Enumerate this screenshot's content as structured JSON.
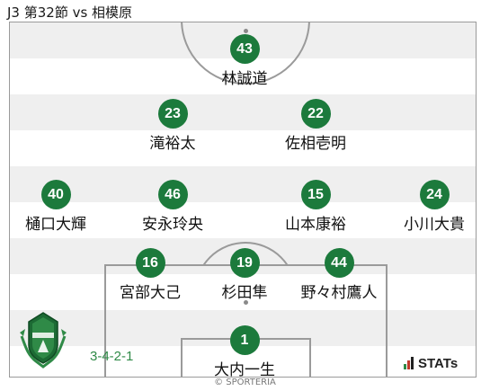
{
  "header": {
    "title": "J3 第32節 vs 相模原"
  },
  "team": {
    "formation": "3-4-2-1",
    "accent_color": "#1c7a3c",
    "crest": "matsumoto-yamaga-crest"
  },
  "players": {
    "cf": {
      "number": "43",
      "name": "林誠道"
    },
    "am1": {
      "number": "23",
      "name": "滝裕太"
    },
    "am2": {
      "number": "22",
      "name": "佐相壱明"
    },
    "m1": {
      "number": "40",
      "name": "樋口大輝"
    },
    "m2": {
      "number": "46",
      "name": "安永玲央"
    },
    "m3": {
      "number": "15",
      "name": "山本康裕"
    },
    "m4": {
      "number": "24",
      "name": "小川大貴"
    },
    "d1": {
      "number": "16",
      "name": "宮部大己"
    },
    "d2": {
      "number": "19",
      "name": "杉田隼"
    },
    "d3": {
      "number": "44",
      "name": "野々村鷹人"
    },
    "gk": {
      "number": "1",
      "name": "大内一生"
    }
  },
  "footer": {
    "stats_logo": "STATs",
    "copyright": "© SPORTERIA"
  }
}
